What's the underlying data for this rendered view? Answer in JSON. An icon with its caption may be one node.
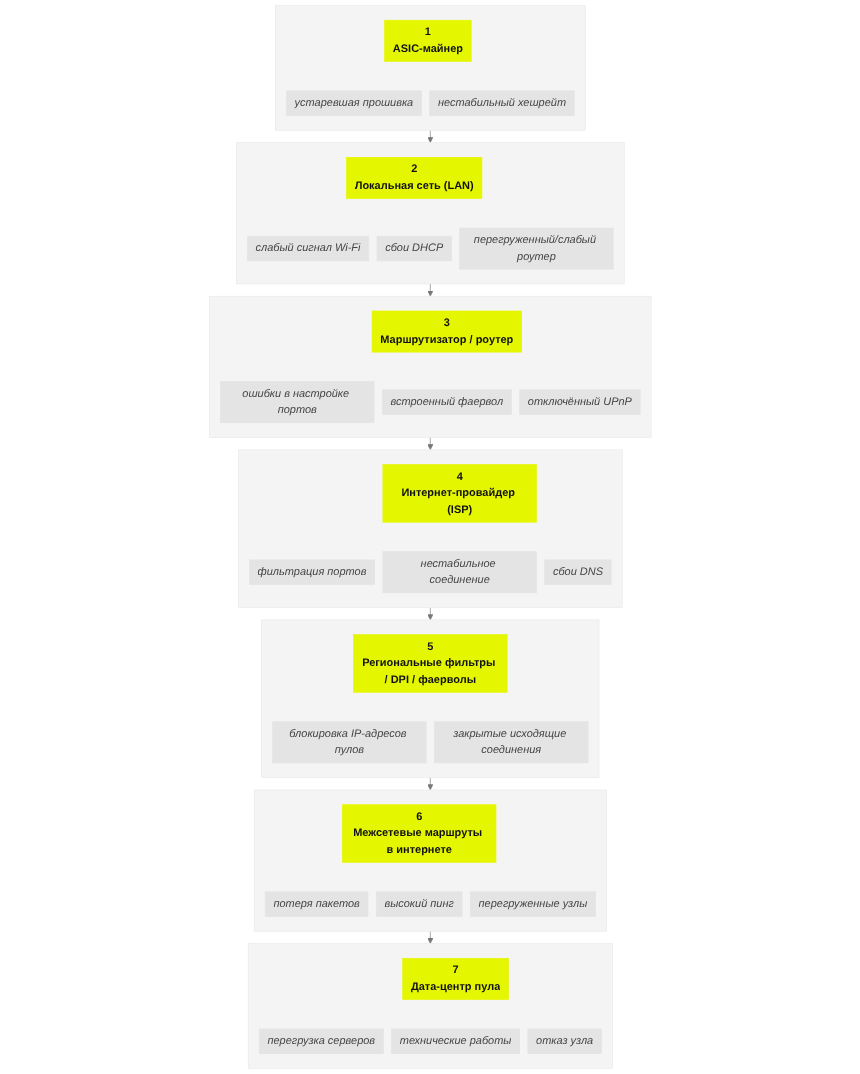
{
  "diagram": {
    "nodes": [
      {
        "text": [],
        "shape": "box"
      },
      {
        "text": [
          "1",
          "ASIC-майнер"
        ],
        "in": 0
      },
      {
        "text": [
          "устаревшая прошивка"
        ],
        "in": 0
      },
      {
        "text": [
          "нестабильный хешрейт"
        ],
        "in": 0
      },
      {
        "text": [],
        "shape": "box"
      },
      {
        "text": [
          "2",
          "Локальная сеть (LAN)"
        ],
        "in": 4
      },
      {
        "text": [
          "слабый сигнал Wi-Fi"
        ],
        "in": 4
      },
      {
        "text": [
          "сбои DHCP"
        ],
        "in": 4
      },
      {
        "text": [
          "перегруженный/слабый роутер"
        ],
        "in": 4
      },
      {
        "text": [],
        "shape": "box"
      },
      {
        "text": [
          "3",
          "Маршрутизатор / роутер"
        ],
        "in": 9
      },
      {
        "text": [
          "ошибки в настройке портов"
        ],
        "in": 9
      },
      {
        "text": [
          "встроенный фаервол"
        ],
        "in": 9
      },
      {
        "text": [
          "отключённый UPnP"
        ],
        "in": 9
      },
      {
        "text": [],
        "shape": "box"
      },
      {
        "text": [
          "4",
          "Интернет-провайдер (ISP)"
        ],
        "in": 14
      },
      {
        "text": [
          "фильтрация портов"
        ],
        "in": 14
      },
      {
        "text": [
          "нестабильное соединение"
        ],
        "in": 14
      },
      {
        "text": [
          "сбои DNS"
        ],
        "in": 14
      },
      {
        "text": [],
        "shape": "box"
      },
      {
        "text": [
          "5",
          "Региональные фильтры / DPI / фаерволы"
        ],
        "in": 19
      },
      {
        "text": [
          "блокировка IP-адресов пулов"
        ],
        "in": 19
      },
      {
        "text": [
          "закрытые исходящие соединения"
        ],
        "in": 19
      },
      {
        "text": [],
        "shape": "box"
      },
      {
        "text": [
          "6",
          "Межсетевые маршруты в интернете"
        ],
        "in": 23
      },
      {
        "text": [
          "потеря пакетов"
        ],
        "in": 23
      },
      {
        "text": [
          "высокий пинг"
        ],
        "in": 23
      },
      {
        "text": [
          "перегруженные узлы"
        ],
        "in": 23
      },
      {
        "text": [],
        "shape": "box"
      },
      {
        "text": [
          "7",
          "Дата-центр пула"
        ],
        "in": 28
      },
      {
        "text": [
          "перегрузка серверов"
        ],
        "in": 28
      },
      {
        "text": [
          "технические работы"
        ],
        "in": 28
      },
      {
        "text": [
          "отказ узла"
        ],
        "in": 28
      }
    ],
    "edges": [
      {
        "from": 0,
        "to": 4,
        "arrow": "to"
      },
      {
        "from": 4,
        "to": 9,
        "arrow": "to"
      },
      {
        "from": 9,
        "to": 14,
        "arrow": "to"
      },
      {
        "from": 14,
        "to": 19,
        "arrow": "to"
      },
      {
        "from": 19,
        "to": 23,
        "arrow": "to"
      },
      {
        "from": 23,
        "to": 28,
        "arrow": "to"
      }
    ]
  }
}
